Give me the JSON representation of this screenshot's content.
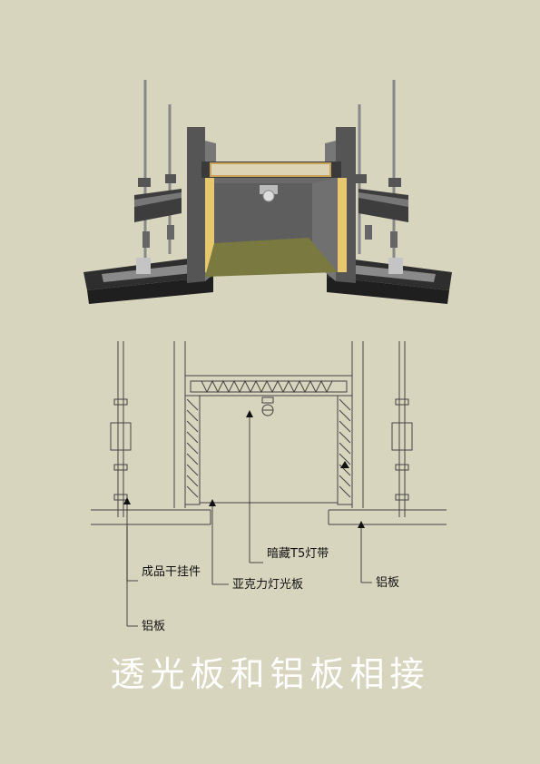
{
  "labels": {
    "finished_hanger": "成品干挂件",
    "hidden_light": "暗藏T5灯带",
    "acrylic_panel": "亚克力灯光板",
    "aluminum_left": "铝板",
    "aluminum_right": "铝板"
  },
  "title": "透光板和铝板相接"
}
